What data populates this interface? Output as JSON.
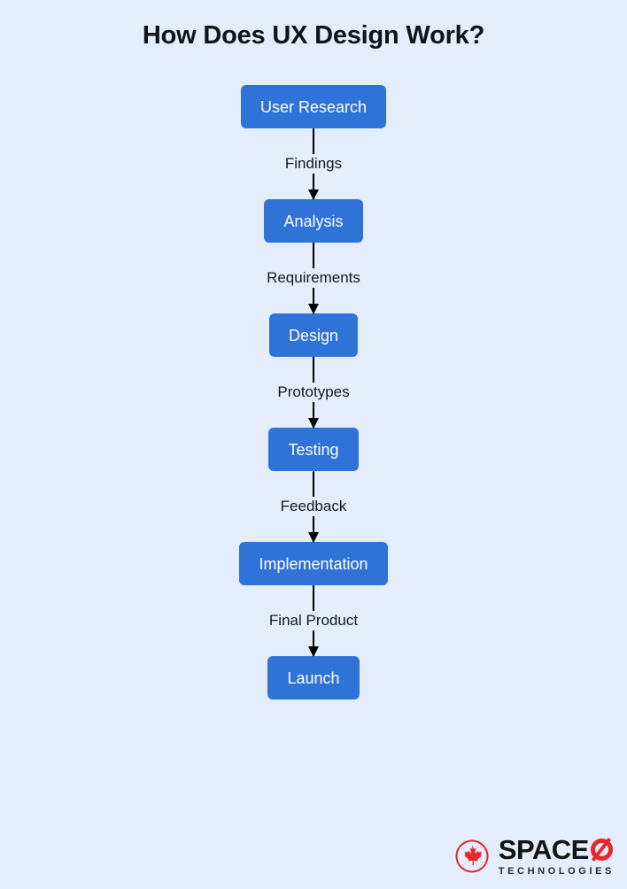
{
  "page": {
    "title": "How Does UX Design Work?",
    "background_color": "#e3edfc",
    "node_color": "#2f72d8",
    "node_text_color": "#ffffff",
    "label_text_color": "#16181d",
    "connector_color": "#000000"
  },
  "flowchart": {
    "type": "flowchart",
    "orientation": "vertical",
    "nodes": [
      {
        "id": "user-research",
        "label": "User Research"
      },
      {
        "id": "analysis",
        "label": "Analysis"
      },
      {
        "id": "design",
        "label": "Design"
      },
      {
        "id": "testing",
        "label": "Testing"
      },
      {
        "id": "implementation",
        "label": "Implementation"
      },
      {
        "id": "launch",
        "label": "Launch"
      }
    ],
    "edges": [
      {
        "from": "user-research",
        "to": "analysis",
        "label": "Findings"
      },
      {
        "from": "analysis",
        "to": "design",
        "label": "Requirements"
      },
      {
        "from": "design",
        "to": "testing",
        "label": "Prototypes"
      },
      {
        "from": "testing",
        "to": "implementation",
        "label": "Feedback"
      },
      {
        "from": "implementation",
        "to": "launch",
        "label": "Final Product"
      }
    ]
  },
  "logo": {
    "brand_name": "SPACE",
    "brand_mark": "slashed-o",
    "tagline": "TECHNOLOGIES",
    "badge_icon": "maple-leaf-icon",
    "accent_color": "#e8262b"
  }
}
